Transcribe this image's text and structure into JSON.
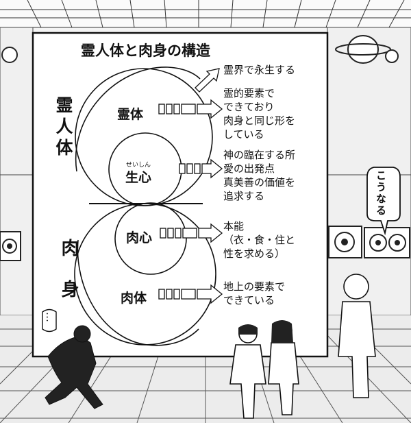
{
  "diagram": {
    "title": "霊人体と肉身の構造",
    "left_labels": {
      "upper": "霊人体",
      "lower": "肉身"
    },
    "nodes": {
      "spirit_body": "霊体",
      "spirit_mind_ruby": "せいしん",
      "spirit_mind": "生心",
      "flesh_mind": "肉心",
      "flesh_body": "肉体"
    },
    "descriptions": {
      "eternal": "霊界で永生する",
      "spirit_body": [
        "霊的要素で",
        "できており",
        "肉身と同じ形を",
        "している"
      ],
      "spirit_mind": [
        "神の臨在する所",
        "愛の出発点",
        "真美善の価値を",
        "追求する"
      ],
      "flesh_mind": [
        "本能",
        "（衣・食・住と",
        "性を求める）"
      ],
      "flesh_body": [
        "地上の要素で",
        "できている"
      ]
    }
  },
  "speech": {
    "bubble": "こうなる",
    "ellipsis": "…"
  }
}
